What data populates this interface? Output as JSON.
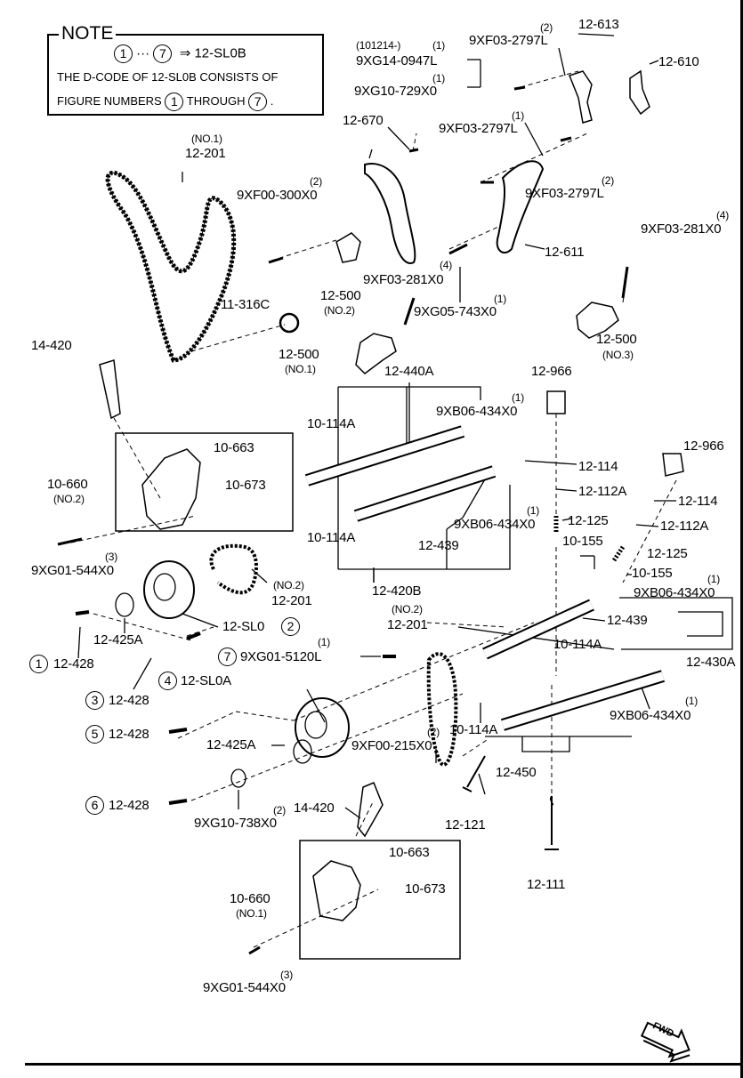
{
  "note": {
    "title": "NOTE",
    "eq_start": "1",
    "eq_dots": "···",
    "eq_end": "7",
    "eq_arrow": "⇒",
    "eq_code": "12-SL0B",
    "line2": "THE D-CODE OF 12-SL0B CONSISTS OF",
    "line3_a": "FIGURE NUMBERS",
    "line3_c1": "1",
    "line3_b": "THROUGH",
    "line3_c2": "7",
    "line3_end": "."
  },
  "labels": {
    "l_101214": "(101214-)",
    "q_1a": "(1)",
    "p_9XG14": "9XG14-0947L",
    "q_1b": "(1)",
    "p_9XG10_729": "9XG10-729X0",
    "q_2a": "(2)",
    "p_9XF03_2797L_a": "9XF03-2797L",
    "p_12_613": "12-613",
    "p_12_610": "12-610",
    "p_12_670": "12-670",
    "q_1c": "(1)",
    "p_9XF03_2797L_b": "9XF03-2797L",
    "q_2b": "(2)",
    "p_9XF03_2797L_c": "9XF03-2797L",
    "no1_chain": "(NO.1)",
    "p_12_201_a": "12-201",
    "q_2c": "(2)",
    "p_9XF00_300": "9XF00-300X0",
    "q_4a": "(4)",
    "p_9XF03_281_a": "9XF03-281X0",
    "p_12_611": "12-611",
    "p_12_500_a": "12-500",
    "no2_tens": "(NO.2)",
    "p_9XF03_281_b": "9XF03-281X0",
    "q_4b": "(4)",
    "q_1d": "(1)",
    "p_9XG05": "9XG05-743X0",
    "p_11_316C": "11-316C",
    "p_14_420_a": "14-420",
    "p_12_500_b": "12-500",
    "no1_tens": "(NO.1)",
    "p_12_500_c": "12-500",
    "no3_tens": "(NO.3)",
    "p_12_440A": "12-440A",
    "p_12_966_a": "12-966",
    "p_10_114A_a": "10-114A",
    "q_1e": "(1)",
    "p_9XB06_a": "9XB06-434X0",
    "p_10_663_a": "10-663",
    "p_10_660_a": "10-660",
    "no2_ocv": "(NO.2)",
    "p_10_673_a": "10-673",
    "p_12_114_a": "12-114",
    "p_12_966_b": "12-966",
    "p_12_112A_a": "12-112A",
    "p_12_114_b": "12-114",
    "q_1f": "(1)",
    "p_12_125_a": "12-125",
    "p_9XB06_b": "9XB06-434X0",
    "p_12_112A_b": "12-112A",
    "p_10_155_a": "10-155",
    "p_10_114A_b": "10-114A",
    "p_12_125_b": "12-125",
    "q_3a": "(3)",
    "p_9XG01_544_a": "9XG01-544X0",
    "p_12_439_a": "12-439",
    "p_10_155_b": "10-155",
    "q_1g": "(1)",
    "p_9XB06_c": "9XB06-434X0",
    "no2_chain": "(NO.2)",
    "p_12_201_b": "12-201",
    "p_12_420B": "12-420B",
    "p_12_439_b": "12-439",
    "p_12_425A_a": "12-425A",
    "p_12_SL0": "12-SL0",
    "c_2": "2",
    "no2_chain_b": "(NO.2)",
    "p_12_201_c": "12-201",
    "c_1": "1",
    "p_12_428_1": "12-428",
    "p_10_114A_c": "10-114A",
    "c_7": "7",
    "q_1h": "(1)",
    "p_9XG01_5120L": "9XG01-5120L",
    "p_12_430A": "12-430A",
    "c_3": "3",
    "p_12_428_3": "12-428",
    "c_4": "4",
    "p_12_SL0A": "12-SL0A",
    "q_1i": "(1)",
    "p_9XB06_d": "9XB06-434X0",
    "c_5": "5",
    "p_12_428_5": "12-428",
    "p_10_114A_d": "10-114A",
    "p_12_425A_b": "12-425A",
    "q_2d": "(2)",
    "p_9XF00_215": "9XF00-215X0",
    "p_12_450": "12-450",
    "c_6": "6",
    "p_12_428_6": "12-428",
    "q_2e": "(2)",
    "p_9XG10_738": "9XG10-738X0",
    "p_14_420_b": "14-420",
    "p_12_121": "12-121",
    "p_10_663_b": "10-663",
    "p_10_660_b": "10-660",
    "no1_ocv": "(NO.1)",
    "p_10_673_b": "10-673",
    "p_12_111": "12-111",
    "q_3b": "(3)",
    "p_9XG01_544_b": "9XG01-544X0",
    "fwd": "FWD"
  }
}
